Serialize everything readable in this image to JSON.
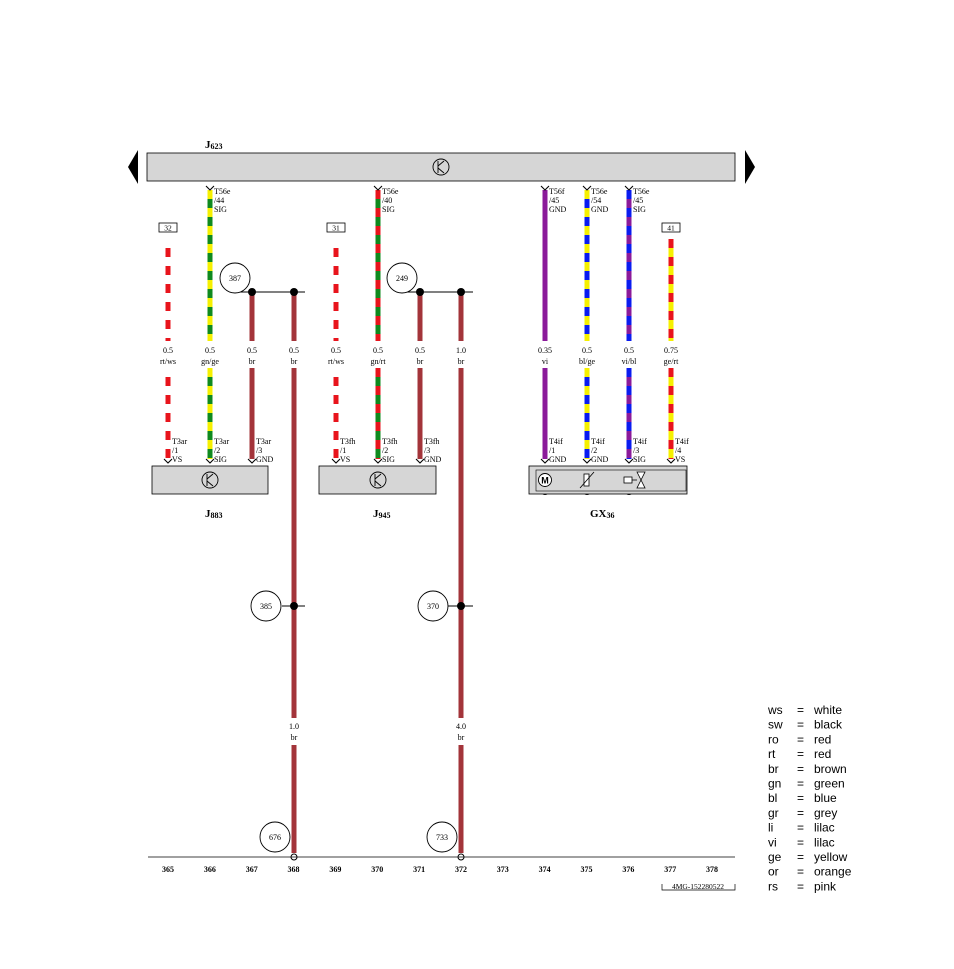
{
  "colors": {
    "rt": "#e8141c",
    "ws": "#ffffff",
    "gn": "#0f8a1e",
    "ge": "#f6f000",
    "br": "#a3343a",
    "vi": "#8b1a9a",
    "bl": "#0a1cf0",
    "box": "#d6d6d6"
  },
  "header": {
    "ecu_label": "J",
    "ecu_sub": "623"
  },
  "top_pins": [
    {
      "id": "j623-44",
      "conn": "T56e",
      "pin": "/44",
      "sig": "SIG"
    },
    {
      "id": "j623-40",
      "conn": "T56e",
      "pin": "/40",
      "sig": "SIG"
    },
    {
      "id": "j623-45f",
      "conn": "T56f",
      "pin": "/45",
      "sig": "GND"
    },
    {
      "id": "j623-54",
      "conn": "T56e",
      "pin": "/54",
      "sig": "GND"
    },
    {
      "id": "j623-45e",
      "conn": "T56e",
      "pin": "/45",
      "sig": "SIG"
    }
  ],
  "refs": [
    "32",
    "31",
    "41"
  ],
  "splices": [
    "387",
    "249",
    "385",
    "370",
    "676",
    "733"
  ],
  "wires": [
    {
      "id": "w365",
      "size": "0.5",
      "color": "rt/ws"
    },
    {
      "id": "w366",
      "size": "0.5",
      "color": "gn/ge"
    },
    {
      "id": "w367",
      "size": "0.5",
      "color": "br"
    },
    {
      "id": "w368",
      "size": "0.5",
      "color": "br"
    },
    {
      "id": "w369",
      "size": "0.5",
      "color": "rt/ws"
    },
    {
      "id": "w370",
      "size": "0.5",
      "color": "gn/rt"
    },
    {
      "id": "w371",
      "size": "0.5",
      "color": "br"
    },
    {
      "id": "w372",
      "size": "1.0",
      "color": "br"
    },
    {
      "id": "w374",
      "size": "0.35",
      "color": "vi"
    },
    {
      "id": "w375",
      "size": "0.5",
      "color": "bl/ge"
    },
    {
      "id": "w376",
      "size": "0.5",
      "color": "vi/bl"
    },
    {
      "id": "w377",
      "size": "0.75",
      "color": "ge/rt"
    }
  ],
  "lower_wires": [
    {
      "id": "l368",
      "size": "1.0",
      "color": "br"
    },
    {
      "id": "l372",
      "size": "4.0",
      "color": "br"
    }
  ],
  "bottom_pins": [
    {
      "id": "j883-1",
      "conn": "T3ar",
      "pin": "/1",
      "sig": "VS"
    },
    {
      "id": "j883-2",
      "conn": "T3ar",
      "pin": "/2",
      "sig": "SIG"
    },
    {
      "id": "j883-3",
      "conn": "T3ar",
      "pin": "/3",
      "sig": "GND"
    },
    {
      "id": "j945-1",
      "conn": "T3fh",
      "pin": "/1",
      "sig": "VS"
    },
    {
      "id": "j945-2",
      "conn": "T3fh",
      "pin": "/2",
      "sig": "SIG"
    },
    {
      "id": "j945-3",
      "conn": "T3fh",
      "pin": "/3",
      "sig": "GND"
    },
    {
      "id": "gx36-1",
      "conn": "T4if",
      "pin": "/1",
      "sig": "GND"
    },
    {
      "id": "gx36-2",
      "conn": "T4if",
      "pin": "/2",
      "sig": "GND"
    },
    {
      "id": "gx36-3",
      "conn": "T4if",
      "pin": "/3",
      "sig": "SIG"
    },
    {
      "id": "gx36-4",
      "conn": "T4if",
      "pin": "/4",
      "sig": "VS"
    }
  ],
  "components": [
    {
      "id": "j883",
      "label": "J",
      "sub": "883"
    },
    {
      "id": "j945",
      "label": "J",
      "sub": "945"
    },
    {
      "id": "gx36",
      "label": "GX",
      "sub": "36"
    }
  ],
  "scale": [
    "365",
    "366",
    "367",
    "368",
    "369",
    "370",
    "371",
    "372",
    "373",
    "374",
    "375",
    "376",
    "377",
    "378"
  ],
  "doc_number": "4MG-152280522",
  "legend": [
    {
      "code": "ws",
      "eq": "=",
      "name": "white"
    },
    {
      "code": "sw",
      "eq": "=",
      "name": "black"
    },
    {
      "code": "ro",
      "eq": "=",
      "name": "red"
    },
    {
      "code": "rt",
      "eq": "=",
      "name": "red"
    },
    {
      "code": "br",
      "eq": "=",
      "name": "brown"
    },
    {
      "code": "gn",
      "eq": "=",
      "name": "green"
    },
    {
      "code": "bl",
      "eq": "=",
      "name": "blue"
    },
    {
      "code": "gr",
      "eq": "=",
      "name": "grey"
    },
    {
      "code": "li",
      "eq": "=",
      "name": "lilac"
    },
    {
      "code": "vi",
      "eq": "=",
      "name": "lilac"
    },
    {
      "code": "ge",
      "eq": "=",
      "name": "yellow"
    },
    {
      "code": "or",
      "eq": "=",
      "name": "orange"
    },
    {
      "code": "rs",
      "eq": "=",
      "name": "pink"
    }
  ]
}
